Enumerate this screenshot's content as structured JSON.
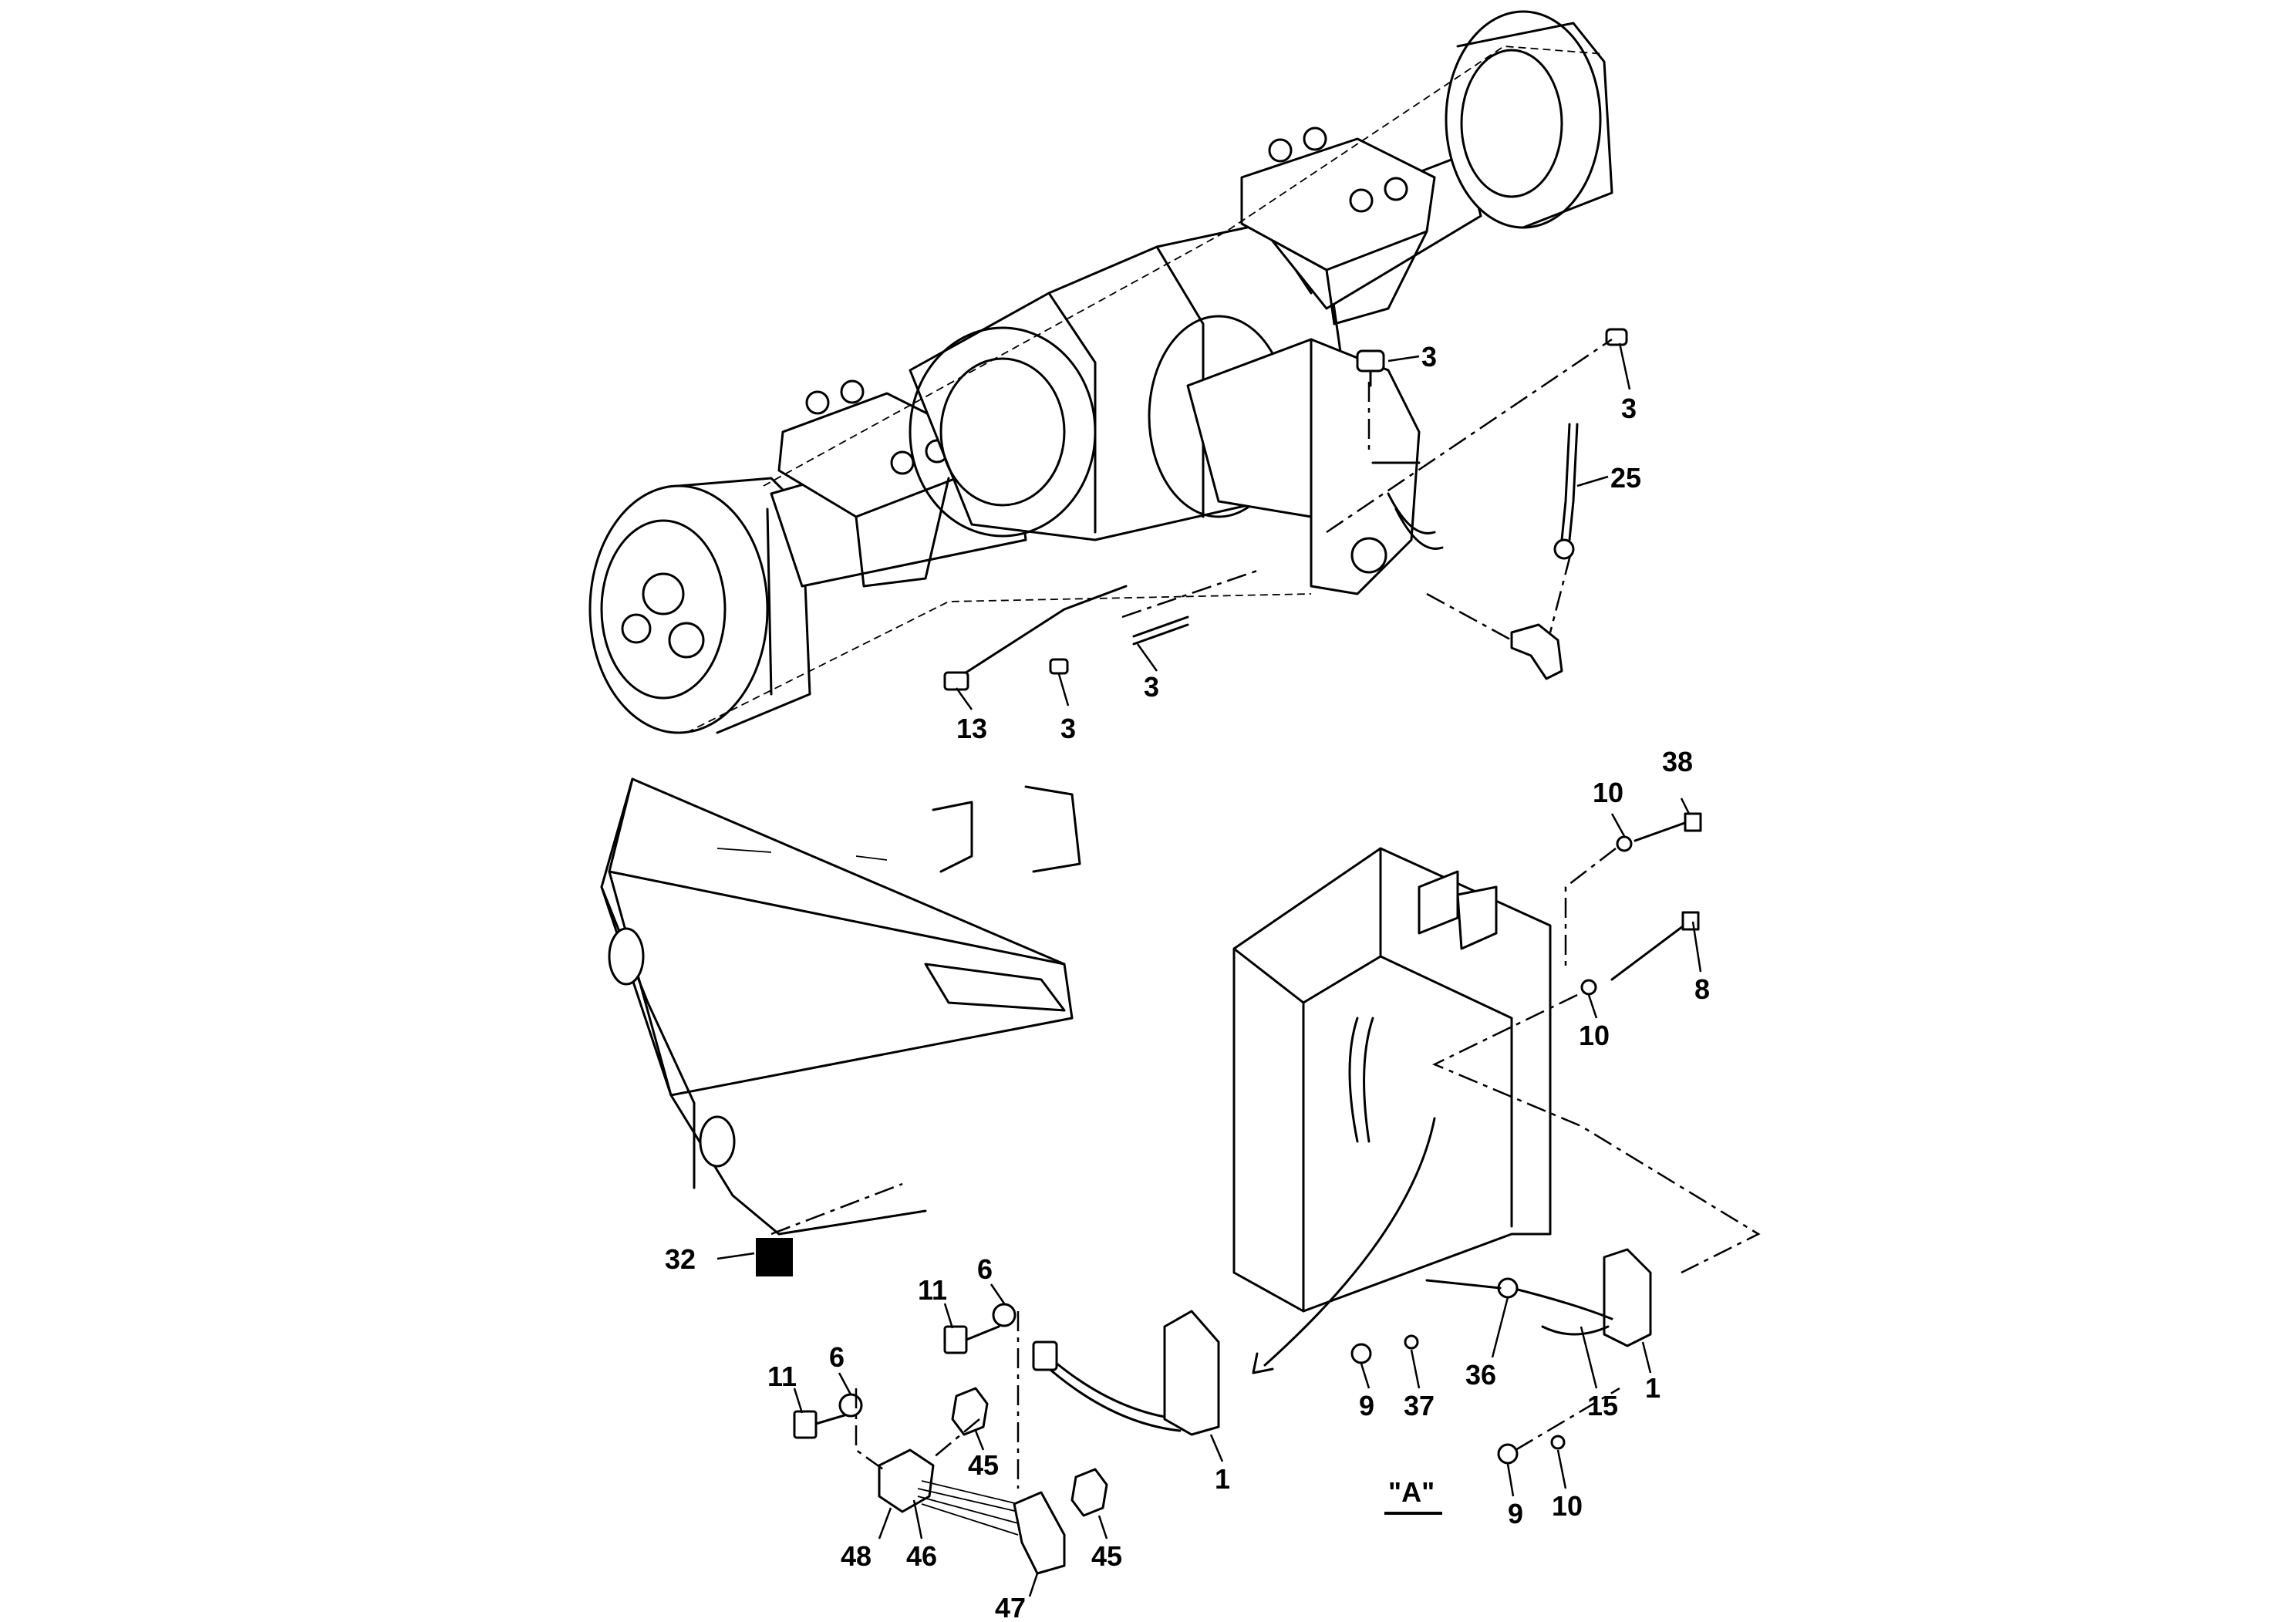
{
  "labels": {
    "l3a": "3",
    "l3b": "3",
    "l25": "25",
    "l3c": "3",
    "l13": "13",
    "l3d": "3",
    "l38": "38",
    "l10a": "10",
    "l8": "8",
    "l10b": "10",
    "l32": "32",
    "l6a": "6",
    "l11a": "11",
    "l6b": "6",
    "l11b": "11",
    "l45a": "45",
    "l1a": "1",
    "l48": "48",
    "l46": "46",
    "l45b": "45",
    "l47": "47",
    "l9a": "9",
    "l37": "37",
    "l36": "36",
    "l15": "15",
    "l1b": "1",
    "l9b": "9",
    "l10c": "10"
  },
  "view_label": "\"A\""
}
